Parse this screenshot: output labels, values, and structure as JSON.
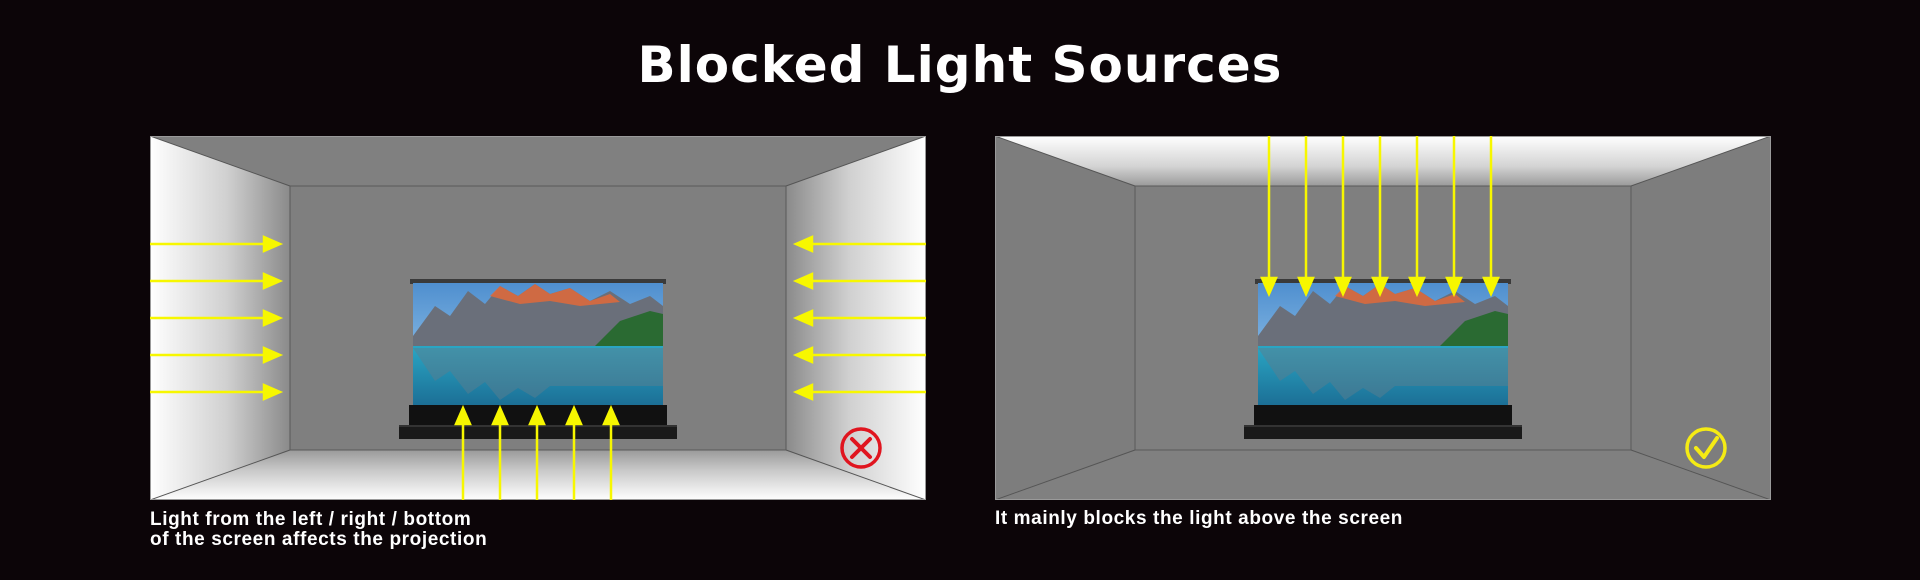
{
  "page_title": "Blocked Light Sources",
  "panels": {
    "left": {
      "caption_line1": "Light from the left / right / bottom",
      "caption_line2": "of the screen affects the projection",
      "status_icon": "cross-icon",
      "status_color": "#e0151f"
    },
    "right": {
      "caption": "It mainly blocks the light above the screen",
      "status_icon": "check-icon",
      "status_color": "#f5eb14"
    }
  },
  "colors": {
    "background": "#0c0508",
    "arrow": "#f7f700",
    "room_wall": "#808080",
    "title_text": "#ffffff"
  }
}
